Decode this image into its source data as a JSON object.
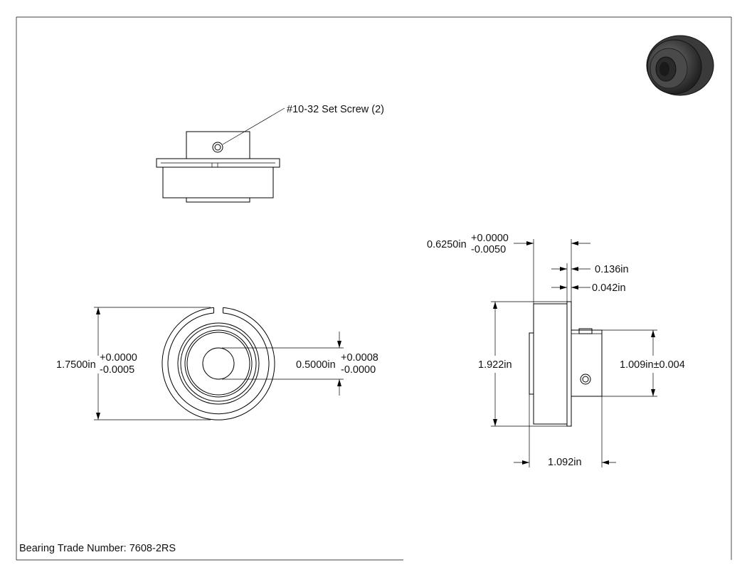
{
  "callout": {
    "set_screw": "#10-32 Set Screw (2)"
  },
  "front_view": {
    "outer_diameter": {
      "value": "1.7500in",
      "tol_plus": "+0.0000",
      "tol_minus": "-0.0005"
    },
    "bore": {
      "value": "0.5000in",
      "tol_plus": "+0.0008",
      "tol_minus": "-0.0000"
    }
  },
  "side_view": {
    "width": {
      "value": "0.6250in",
      "tol_plus": "+0.0000",
      "tol_minus": "-0.0050"
    },
    "flange_width": "0.136in",
    "flange_gap": "0.042in",
    "flange_diameter": "1.922in",
    "collar_diameter": "1.009in±0.004",
    "overall_width": "1.092in"
  },
  "title_block": {
    "trade_number": "Bearing Trade Number: 7608-2RS"
  },
  "colors": {
    "line": "#000000",
    "background": "#ffffff",
    "bearing_dark": "#333333"
  }
}
